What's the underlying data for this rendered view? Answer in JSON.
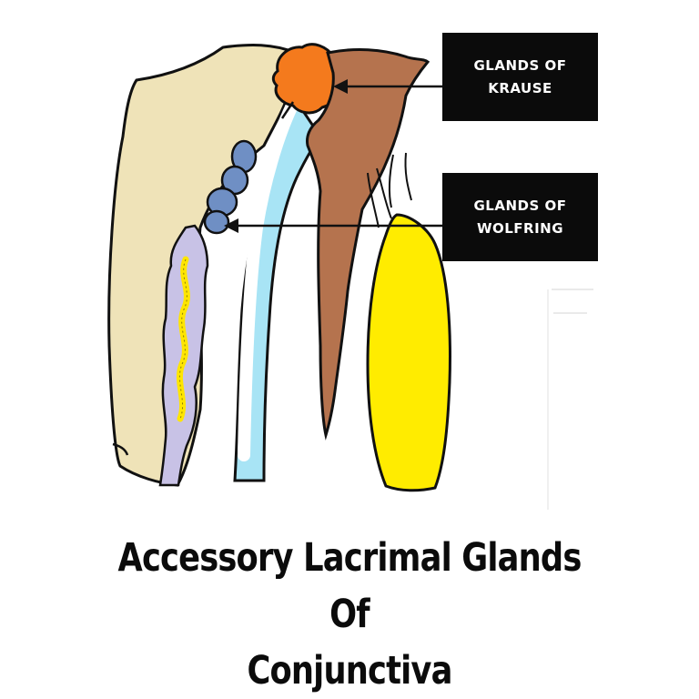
{
  "labels": {
    "krause": {
      "line1": "GLANDS OF",
      "line2": "KRAUSE"
    },
    "wolfring": {
      "line1": "GLANDS OF",
      "line2": "WOLFRING"
    }
  },
  "caption": {
    "line1": "Accessory Lacrimal Glands Of",
    "line2": "Conjunctiva"
  },
  "colors": {
    "eyelid_tissue": "#efe3b8",
    "krause_gland": "#f47a1d",
    "wolfring_gland": "#6f8fc4",
    "meibomian_gland": "#c8c2e6",
    "meibomian_duct": "#ffe600",
    "conjunctiva": "#a8e4f5",
    "levator_muscle": "#b5734e",
    "tarsal_muscle": "#ffec00",
    "outline": "#111111",
    "label_background": "#0b0b0b",
    "label_text": "#ffffff"
  }
}
